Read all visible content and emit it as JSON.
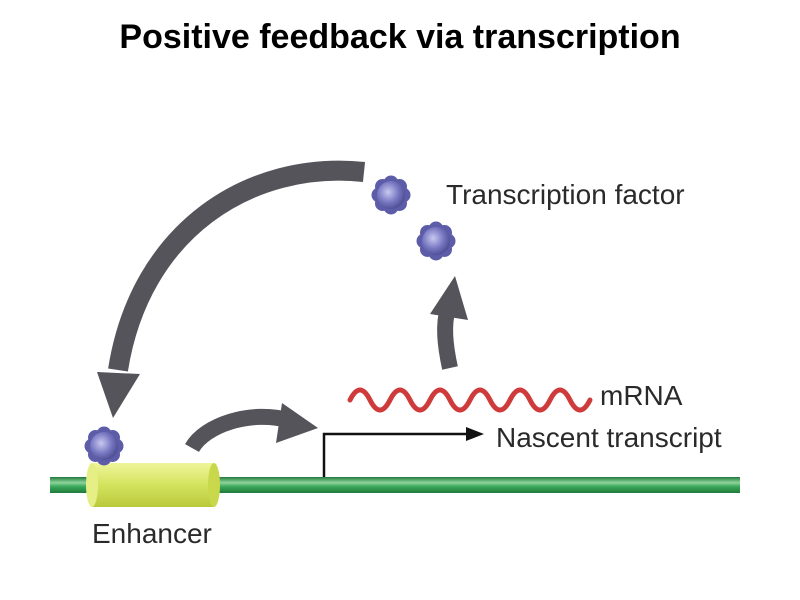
{
  "title": "Positive feedback via transcription",
  "labels": {
    "transcription_factor": "Transcription factor",
    "mrna": "mRNA",
    "nascent_transcript": "Nascent transcript",
    "enhancer": "Enhancer"
  },
  "colors": {
    "dna_strand": "#2e8b4a",
    "dna_highlight": "#b8e0b8",
    "enhancer_fill": "#d6e66a",
    "enhancer_edge": "#a8b82a",
    "protein": "#6a6ab0",
    "arrow": "#55535a",
    "mrna": "#cf3a3a",
    "text": "#2a2a2a"
  }
}
